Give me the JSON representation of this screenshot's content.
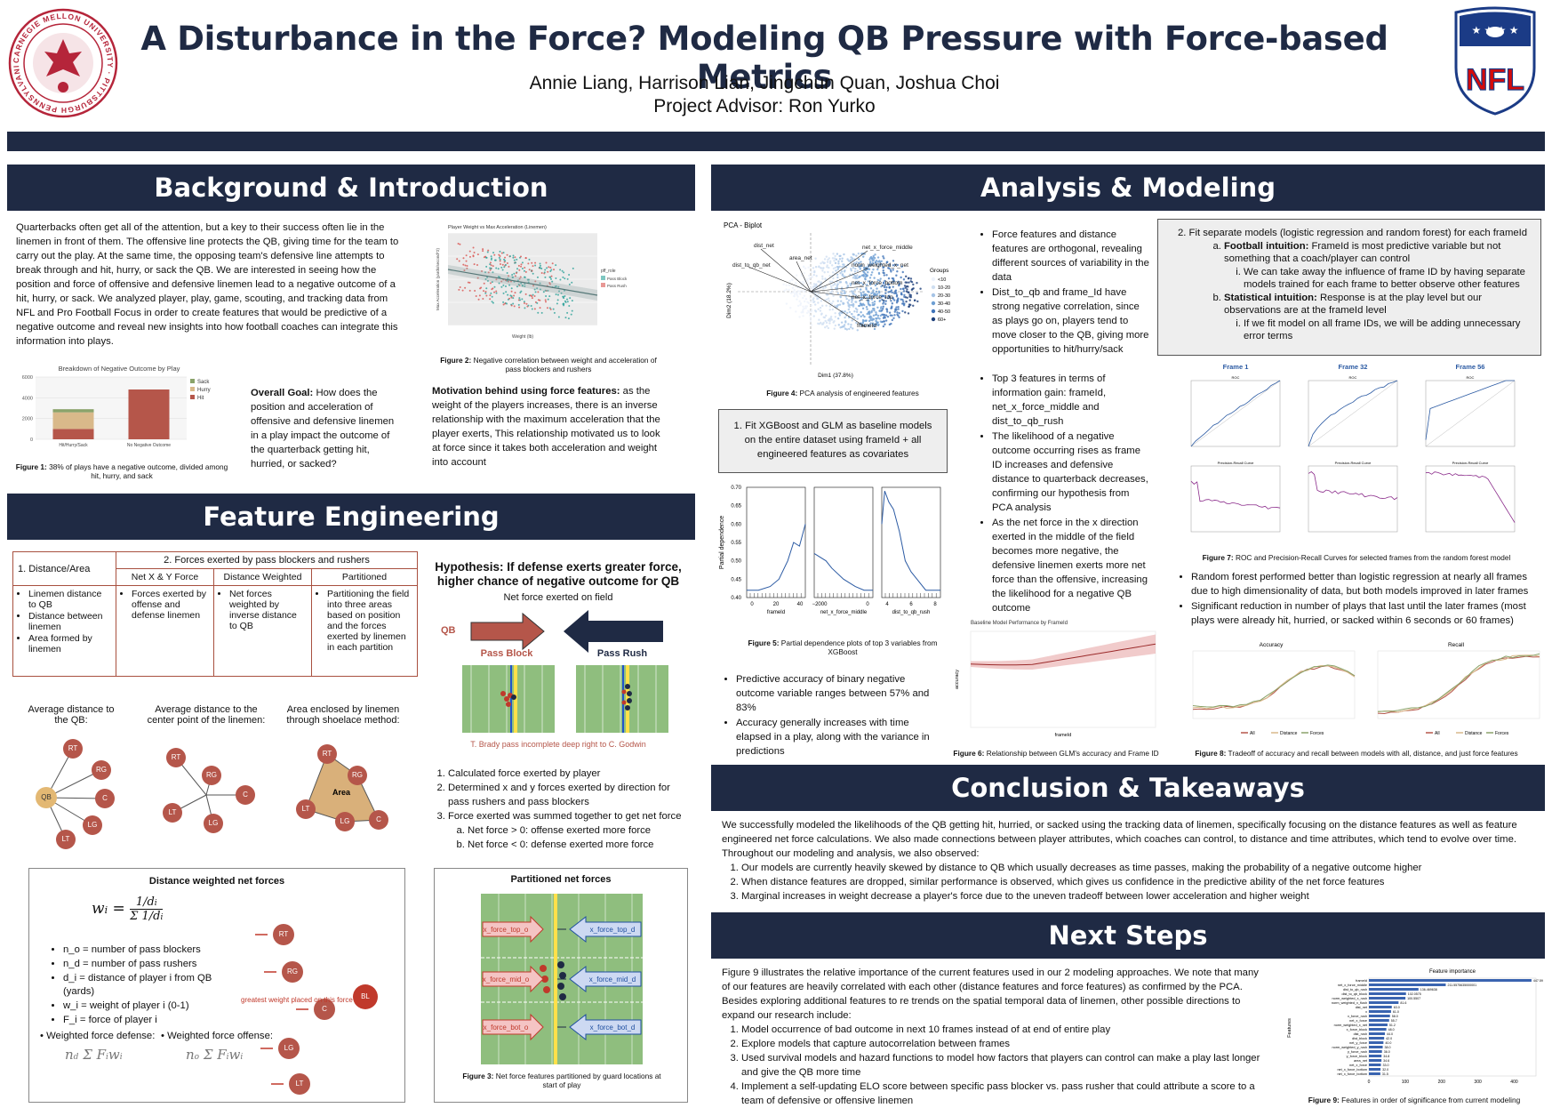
{
  "header": {
    "title": "A Disturbance in the Force? Modeling QB Pressure with Force-based Metrics",
    "authors": "Annie Liang, Harrison Lian, Jingchun Quan, Joshua Choi",
    "advisor": "Project Advisor: Ron Yurko",
    "cmu_seal_text": "CARNEGIE MELLON UNIVERSITY · PITTSBURGH PENNSYLVANIA 1900",
    "nfl_logo_text": "NFL"
  },
  "background": {
    "title": "Background & Introduction",
    "intro": "Quarterbacks often get all of the attention, but a key to their success often lie in the linemen in front of them. The offensive line protects the QB, giving time for the team to carry out the play.  At the same time, the opposing team's defensive line attempts to break through and hit, hurry, or sack the QB. We are interested in seeing how the position and force of offensive and defensive linemen lead to a negative outcome of a hit, hurry, or sack. We analyzed player, play, game, scouting, and tracking data from NFL and Pro Football Focus in order to  create features that would be predictive of a negative outcome and reveal new insights into how football coaches can integrate this information into plays.",
    "goal_label": "Overall Goal:",
    "goal_text": " How does the position and acceleration of offensive and defensive linemen in a play impact the outcome of the quarterback getting hit, hurried, or sacked?",
    "motivation_label": "Motivation behind using force features:",
    "motivation_text": " as the weight of the players increases, there is an inverse relationship with the maximum acceleration that the player exerts, This relationship motivated us to look at force since it takes both acceleration and weight into account",
    "fig1_label": "Figure 1:",
    "fig1_caption": " 38% of plays have a negative outcome, divided among hit, hurry, and sack",
    "fig2_label": "Figure 2:",
    "fig2_caption": " Negative correlation between weight and acceleration of pass blockers and rushers"
  },
  "fig1_chart": {
    "chart_data": {
      "type": "bar",
      "title": "Breakdown of Negative Outcome by Play",
      "categories": [
        "Hit/Hurry/Sack",
        "No Negative Outcome"
      ],
      "series": [
        {
          "name": "Sack",
          "values": [
            300,
            0
          ],
          "color": "#8aa36a"
        },
        {
          "name": "Hurry",
          "values": [
            1600,
            0
          ],
          "color": "#d9b98a"
        },
        {
          "name": "Hit",
          "values": [
            1000,
            4800
          ],
          "color": "#b5564a"
        }
      ],
      "yticks": [
        "0",
        "2000",
        "4000",
        "6000"
      ],
      "ylim": [
        0,
        6000
      ]
    }
  },
  "fig2_chart": {
    "chart_data": {
      "type": "scatter",
      "title": "Player Weight vs Max Acceleration (Linemen)",
      "xlabel": "Weight (lb)",
      "ylabel": "Max Acceleration (yards/second^2)",
      "legend_title": "pff_role",
      "series": [
        {
          "name": "Pass Block",
          "color": "#2aa198"
        },
        {
          "name": "Pass Rush",
          "color": "#d9534f"
        }
      ]
    }
  },
  "features": {
    "title": "Feature Engineering",
    "table": {
      "col1": "1.   Distance/Area",
      "col2": "2. Forces exerted by pass blockers and rushers",
      "sub1": "Net X & Y Force",
      "sub2": "Distance Weighted",
      "sub3": "Partitioned",
      "c1_items": [
        "Linemen distance to QB",
        "Distance between linemen",
        "Area formed by linemen"
      ],
      "c2_items": [
        "Forces exerted by offense and defense linemen"
      ],
      "c3_items": [
        "Net forces weighted by inverse distance to QB"
      ],
      "c4_items": [
        "Partitioning the field into three areas based on position and the forces exerted by linemen in each partition"
      ]
    },
    "diag1_title": "Average distance to the QB:",
    "diag2_title": "Average distance to the center point of the linemen:",
    "diag3_title": "Area enclosed by linemen through shoelace method:",
    "area_label": "Area",
    "hypothesis": "Hypothesis: If defense exerts greater force, higher chance of negative outcome for QB",
    "net_force_label": "Net force exerted on field",
    "qb_label": "QB",
    "pass_block": "Pass Block",
    "pass_rush": "Pass Rush",
    "play_caption": "T. Brady pass incomplete deep right to C. Godwin",
    "steps": [
      "Calculated force exerted by player",
      "Determined x and y forces exerted by direction for pass rushers and pass blockers",
      "Force exerted was summed together to get net force"
    ],
    "substeps": [
      "Net force > 0: offense exerted more force",
      "Net force < 0: defense exerted more force"
    ],
    "dw_title": "Distance weighted net forces",
    "dw_items": [
      "n_o = number of pass blockers",
      "n_d = number of pass rushers",
      "d_i = distance of player i from QB (yards)",
      "w_i = weight of player i (0-1)",
      "F_i = force of player i"
    ],
    "dw_def": "Weighted force defense:",
    "dw_off": "Weighted force offense:",
    "dw_note": "greatest weight placed on this force",
    "part_title": "Partitioned net forces",
    "part_labels": [
      "x_force_top_o",
      "x_force_mid_o",
      "x_force_bot_o",
      "x_force_top_d",
      "x_force_mid_d",
      "x_force_bot_d"
    ],
    "fig3_label": "Figure 3:",
    "fig3_caption": " Net force features partitioned by guard locations at start of play",
    "nodes": {
      "qb": "QB",
      "rt": "RT",
      "rg": "RG",
      "c": "C",
      "lg": "LG",
      "lt": "LT",
      "bl": "BL"
    }
  },
  "analysis": {
    "title": "Analysis & Modeling",
    "pca_title": "PCA - Biplot",
    "pca_xlabel": "Dim1 (37.8%)",
    "pca_ylabel": "Dim2 (18.2%)",
    "pca_groups_title": "Groups",
    "pca_groups": [
      "<10",
      "10-20",
      "20-30",
      "30-40",
      "40-50",
      "60+"
    ],
    "pca_vectors": [
      "dist_net",
      "area_net",
      "dist_to_qb_net",
      "net_x_force_middle",
      "norm_weighted_x_net",
      "net_x_force_bottom",
      "net_x_force_top",
      "frameId"
    ],
    "fig4_label": "Figure 4:",
    "fig4_caption": " PCA analysis of engineered features",
    "bullets1": [
      "Force features and distance features are  orthogonal, revealing different sources of variability in the data",
      "Dist_to_qb and frame_Id have strong negative correlation, since as  plays go on, players tend to move closer to the QB, giving more opportunities to hit/hurry/sack"
    ],
    "bullets2": [
      "Top 3 features in terms of information gain: frameId, net_x_force_middle and dist_to_qb_rush",
      "The likelihood of a negative outcome occurring rises as frame ID increases and defensive distance to quarterback decreases, confirming our hypothesis from PCA analysis",
      "As the net force in the x direction exerted in the middle of the field becomes more negative, the defensive linemen exerts more net force than the offensive, increasing the likelihood for a negative QB outcome"
    ],
    "box1": "Fit XGBoost and GLM as baseline models on the entire dataset using frameId + all engineered features as covariates",
    "box1_num": "1.",
    "pdp_ylabel": "Partial dependence",
    "pdp_xlabels": [
      "frameId",
      "net_x_force_middle",
      "dist_to_qb_rush"
    ],
    "pdp_yticks": [
      "0.40",
      "0.45",
      "0.50",
      "0.55",
      "0.60",
      "0.65",
      "0.70"
    ],
    "pdp_xticks": [
      [
        "0",
        "20",
        "40"
      ],
      [
        "−2000",
        "0"
      ],
      [
        "4",
        "6",
        "8"
      ]
    ],
    "fig5_label": "Figure 5:",
    "fig5_caption": " Partial dependence plots of top 3 variables from XGBoost",
    "bullets3": [
      "Predictive accuracy of binary negative outcome variable ranges between 57% and 83%",
      "Accuracy generally increases with time elapsed in a play, along with the variance in predictions"
    ],
    "fig6_title": "Baseline Model Performance by FrameId",
    "fig6_xlabel": "frameId",
    "fig6_ylabel": "accuracy",
    "fig6_label": "Figure 6:",
    "fig6_caption": " Relationship between GLM's accuracy and Frame ID",
    "box2_title": "2. Fit separate models (logistic regression and random forest) for each frameId",
    "box2_a_label": "Football intuition:",
    "box2_a": " FrameId is most predictive variable but not something that a coach/player can control",
    "box2_a_i": "We can take away the influence of frame ID by having separate models trained for each frame to better observe other features",
    "box2_b_label": "Statistical intuition:",
    "box2_b": " Response is at the play level but our observations are at the frameId level",
    "box2_b_i": "If we fit model on all frame IDs, we will be adding unnecessary error terms",
    "frames": [
      "Frame 1",
      "Frame 32",
      "Frame 56"
    ],
    "roc_title": "ROC",
    "pr_title": "Precision-Recall Curve",
    "fig7_label": "Figure 7:",
    "fig7_caption": " ROC and Precision-Recall Curves for selected frames from the random forest model",
    "bullets4": [
      "Random forest performed better than logistic regression at nearly all frames due to high dimensionality of data, but both models improved in later frames",
      "Significant reduction in number of plays that last until the later frames (most plays were already hit, hurried, or sacked within 6 seconds or 60 frames)"
    ],
    "acc_title": "Accuracy",
    "rec_title": "Recall",
    "fig8_legend": [
      "All",
      "Distance",
      "Forces"
    ],
    "fig8_label": "Figure 8:",
    "fig8_caption": " Tradeoff of accuracy and recall between models with all, distance, and just force features"
  },
  "conclusion": {
    "title": "Conclusion & Takeaways",
    "text": "We successfully modeled the likelihoods of the QB getting hit, hurried, or sacked using the tracking data of linemen, specifically focusing on the distance features as well as feature engineered net force calculations. We also made connections between player attributes, which coaches can control, to  distance and time attributes, which tend to evolve over time. Throughout our modeling and analysis, we also observed:",
    "items": [
      "Our models are currently heavily skewed by distance to QB which usually decreases as time passes, making the probability of a negative outcome higher",
      "When distance features are dropped, similar performance is observed, which gives us confidence in the predictive ability of the net force features",
      "Marginal increases in weight decrease a player's force due to the uneven tradeoff between lower acceleration and higher weight"
    ]
  },
  "next": {
    "title": "Next Steps",
    "text": "Figure 9 illustrates the relative importance of the current features used in our 2 modeling approaches. We note that many of our features are heavily correlated with each other (distance features and force features) as confirmed by the PCA. Besides exploring additional features to re trends on the spatial temporal data of linemen, other possible directions to expand our research include:",
    "items": [
      "Model occurrence of bad outcome in next 10 frames instead of at end of entire play",
      "Explore models that capture autocorrelation between frames",
      "Used survival models and  hazard functions to model how factors that players can control can make a play last longer and give the QB more time",
      "Implement a self-updating ELO score between specific pass blocker vs. pass rusher that could attribute a score to a team of defensive or offensive linemen"
    ],
    "fig9_label": "Figure 9:",
    "fig9_caption": " Features in order of significance from current modeling",
    "fig9_ylabel": "Features"
  },
  "fig9_chart": {
    "chart_data": {
      "type": "bar",
      "title": "Feature importance",
      "categories": [
        "frameId",
        "net_x_force_middle",
        "dist_to_qb_rush",
        "dist_to_qb_block",
        "norm_weighted_x_rush",
        "norm_weighted_x_flush",
        "dist_net",
        "x",
        "x_force_rush",
        "net_x_force",
        "norm_weighted_x_net",
        "x_force_block",
        "dist_rush",
        "dist_block",
        "net_y_force",
        "norm_weighted_y_rush",
        "y_force_rush",
        "y_force_block",
        "area_net",
        "net_x_force",
        "net_x_force_bottom",
        "net_x_force_bottom"
      ],
      "values": [
        447.5945562339666,
        211.5575635000001,
        136.469638,
        102.0575,
        100.5507,
        81.6,
        63.0,
        61.0,
        58.0,
        55.7,
        51.2,
        48.0,
        44.0,
        42.0,
        40.0,
        38.0,
        36.0,
        34.8,
        34.6,
        33.0,
        32.0,
        31.5
      ],
      "value_labels": [
        "447.5945562339666",
        "211.5575635000001",
        "136.469638",
        "102.0575",
        "100.5507",
        "81.6",
        "63.0",
        "61.0",
        "58.0",
        "55.7",
        "51.2",
        "48.0",
        "44.0",
        "42.0",
        "40.0",
        "38.0",
        "36.0",
        "34.8",
        "34.6",
        "33.0",
        "32.0",
        "31.5"
      ],
      "xticks": [
        "0",
        "100",
        "200",
        "300",
        "400"
      ],
      "xlim": [
        0,
        460
      ]
    }
  },
  "colors": {
    "navy": "#1f2a44",
    "brick": "#b5564a",
    "tan": "#d9b98a",
    "green": "#8aa36a",
    "field": "#8fbe7e"
  }
}
